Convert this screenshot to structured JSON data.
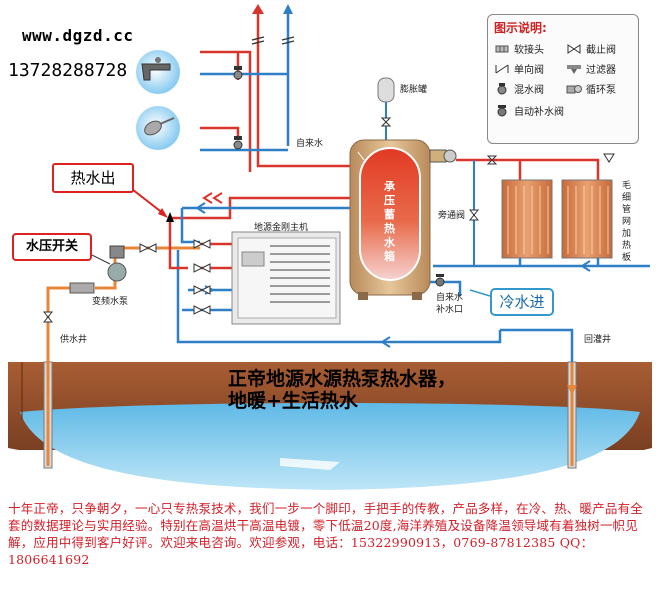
{
  "website": "www.dgzd.cc",
  "phone": "13728288728",
  "legend": {
    "title": "图示说明:",
    "items": [
      {
        "label": "软接头",
        "icon": "flexible-joint-icon"
      },
      {
        "label": "截止阀",
        "icon": "stop-valve-icon"
      },
      {
        "label": "单向阀",
        "icon": "check-valve-icon"
      },
      {
        "label": "过滤器",
        "icon": "filter-icon"
      },
      {
        "label": "混水阀",
        "icon": "mixing-valve-icon"
      },
      {
        "label": "循环泵",
        "icon": "circulation-pump-icon"
      },
      {
        "label": "自动补水阀",
        "icon": "auto-refill-valve-icon"
      }
    ]
  },
  "labels": {
    "expansion_tank": "膨胀罐",
    "tap_water": "自来水",
    "tank": [
      "承",
      "压",
      "蓄",
      "热",
      "水",
      "箱"
    ],
    "heat_pump": "地源金刚主机",
    "bypass_valve": "旁通阀",
    "refill_1": "自来水",
    "refill_2": "补水口",
    "variable_pump": "变频水泵",
    "supply_well": "供水井",
    "return_well": "回灌井",
    "heating_panel": [
      "毛",
      "细",
      "管",
      "网",
      "加",
      "热",
      "板"
    ]
  },
  "callouts": {
    "hot_water_out": "热水出",
    "pressure_switch": "水压开关",
    "cold_water_in": "冷水进"
  },
  "headline": {
    "line1": "正帝地源水源热泵热水器，",
    "line2": "地暖+生活热水"
  },
  "description": "十年正帝，只争朝夕，一心只专热泵技术，我们一步一个脚印，手把手的传教，产品多样，在冷、热、暖产品有全套的数据理论与实用经验。特别在高温烘干高温电镀，零下低温20度,海洋养殖及设备降温领导域有着独树一帜见解，应用中得到客户好评。欢迎来电咨询。欢迎参观，电话：15322990913，0769-87812385  QQ：1806641692",
  "colors": {
    "hot_pipe": "#d9352c",
    "cold_pipe": "#2f7fc7",
    "supply_pipe": "#e8873a",
    "soil": "#8a4a2a",
    "water": "#7fcdf0",
    "callout_border": "#dd2222"
  }
}
